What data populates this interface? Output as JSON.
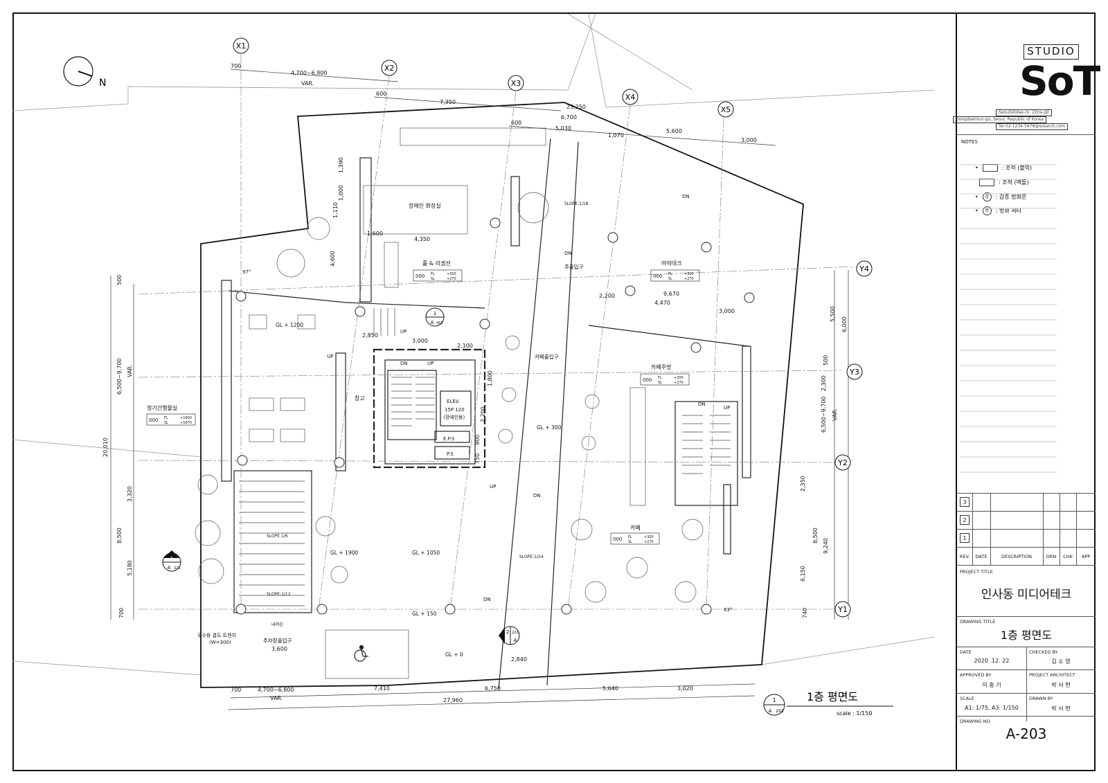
{
  "plan": {
    "grid_x": [
      "X1",
      "X2",
      "X3",
      "X4",
      "X5"
    ],
    "grid_y": [
      "Y1",
      "Y2",
      "Y3",
      "Y4"
    ],
    "north": "N",
    "top_dims": {
      "d700": "700",
      "var_range": "4,700~6,800",
      "var": "VAR.",
      "d600a": "600",
      "d7350": "7,350",
      "d23250": "23,250",
      "d600b": "600",
      "d6700": "6,700",
      "d5030": "5,030",
      "d1070": "1,070",
      "d5600": "5,600",
      "d3000": "3,000"
    },
    "bottom_dims": {
      "d700": "700",
      "var_range": "4,700~6,800",
      "var": "VAR.",
      "d7410": "7,410",
      "d6750": "6,750",
      "d5640": "5,640",
      "d3020": "3,020",
      "total": "27,960"
    },
    "left_dims": {
      "d500": "500",
      "var_range": "6,500~9,700",
      "var": "VAR.",
      "total": "20,010",
      "d3320": "3,320",
      "d8500": "8,500",
      "d5180": "5,180",
      "d700": "700"
    },
    "right_dims": {
      "d5500": "5,500",
      "d6000": "6,000",
      "d500": "500",
      "d2300": "2,300",
      "var_range": "6,500~9,700",
      "var": "VAR.",
      "d2350": "2,350",
      "d8500": "8,500",
      "d9240": "9,240",
      "d6150": "6,150",
      "d740": "740"
    },
    "inner_dims": [
      "1,390",
      "1,000",
      "1,110",
      "4,600",
      "1,600",
      "4,350",
      "2,850",
      "3,000",
      "2,100",
      "1,800",
      "2,200",
      "750",
      "900",
      "2,200",
      "4,470",
      "9,670",
      "3,000",
      "2,840",
      "3,600"
    ],
    "rooms": [
      {
        "name": "장애인 화장실"
      },
      {
        "name": "홀 & 리셉션",
        "code": "000",
        "fl": "+300",
        "sl": "+270"
      },
      {
        "name": "야외데크",
        "code": "000",
        "fl": "+300",
        "sl": "+270"
      },
      {
        "name": "카페주방",
        "code": "000",
        "fl": "+300",
        "sl": "+270"
      },
      {
        "name": "카페",
        "code": "000",
        "fl": "+300",
        "sl": "+270"
      },
      {
        "name": "정기간행물실",
        "code": "000",
        "fl": "+1900",
        "sl": "+1870"
      },
      {
        "name": "창고"
      },
      {
        "name": "ELEV."
      },
      {
        "name": "15P 120"
      },
      {
        "name": "(장애인용)"
      },
      {
        "name": "E.P.S"
      },
      {
        "name": "P.S"
      }
    ],
    "labels": {
      "main_entry": "주출입구",
      "cafe_entry": "카페출입구",
      "parking_entry": "주차장출입구",
      "down_ramp": "내려감",
      "drain": "우수용 결도 트렌치",
      "drain_w": "(W=300)",
      "gl1200": "GL + 1200",
      "gl300": "GL + 300",
      "gl1900": "GL + 1900",
      "gl1050": "GL + 1050",
      "gl150": "GL + 150",
      "gl0": "GL + 0",
      "slope18": "SLOPE:1/18",
      "slope16": "SLOPE:1/6",
      "slope112": "SLOPE:1/12",
      "slope124": "SLOPE:1/24",
      "up": "UP",
      "dn": "DN",
      "angle97": "97°",
      "angle83": "83°",
      "fl": "FL",
      "sl": "SL"
    },
    "section_marks": [
      {
        "num": "1",
        "sheet": "A",
        "ref": "401"
      },
      {
        "num": "1",
        "sheet": "A",
        "ref": "221"
      },
      {
        "num": "2",
        "sheet": "A",
        "ref": "222"
      }
    ],
    "drawing_label": {
      "num": "1",
      "sheet": "A",
      "ref": "203",
      "title": "1층 평면도",
      "scale": "scale : 1/150"
    }
  },
  "title_block": {
    "studio": "STUDIO",
    "brand": "SoT",
    "address_lines": [
      "Seoulsikdae-ro, 22na-gil",
      "Dongdaemun-gu, Seoul, Republic of Korea",
      "Tel 02-1234-5678@sosarch.com"
    ],
    "notes_title": "NOTES",
    "notes": [
      {
        "marker": "•",
        "text": ": 조적 (블럭)"
      },
      {
        "marker": "",
        "text": ": 조적 (벽돌)"
      },
      {
        "marker": "•",
        "symbol": "갑",
        "text": ": 갑종 방화문"
      },
      {
        "marker": "•",
        "symbol": "방",
        "text": ": 방화 셔터"
      }
    ],
    "revisions": [
      "3",
      "2",
      "1"
    ],
    "rev_headers": [
      "REV.",
      "DATE",
      "DESCRIPTION",
      "DRN",
      "CHK",
      "APP"
    ],
    "project_title_label": "PROJECT TITLE",
    "project_title": "인사동 미디어테크",
    "drawing_title_label": "DRAWING TITLE",
    "drawing_title": "1층 평면도",
    "date_label": "DATE",
    "date": "2020 .12. 22",
    "checked_label": "CHECKED BY",
    "checked": "김 소 영",
    "approved_label": "APPROVED BY",
    "approved": "이 충 기",
    "architect_label": "PROJECT ARCHITECT",
    "architect": "박 서 현",
    "scale_label": "SCALE",
    "scale": "A1: 1/75, A3: 1/150",
    "drawn_label": "DRAWN BY",
    "drawn": "박 서 현",
    "drawing_no_label": "DRAWING NO.",
    "drawing_no": "A-203"
  }
}
